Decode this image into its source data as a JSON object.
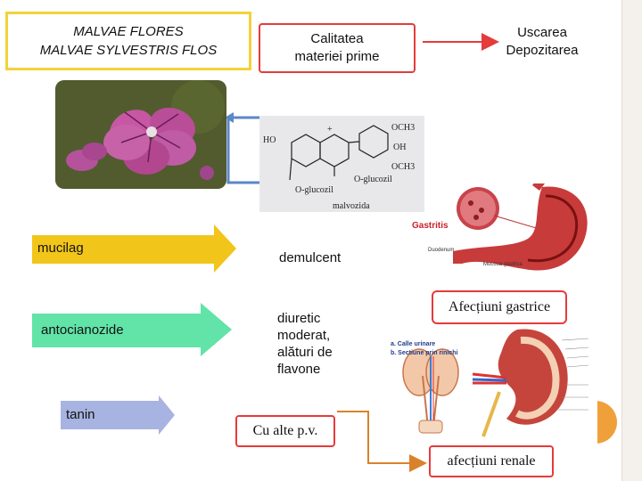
{
  "title": {
    "line1": "MALVAE FLORES",
    "line2": "MALVAE SYLVESTRIS FLOS"
  },
  "quality": {
    "line1": "Calitatea",
    "line2": "materiei prime"
  },
  "processing": {
    "line1": "Uscarea",
    "line2": "Depozitarea"
  },
  "molecule": {
    "name": "malvozida",
    "substituent_ho": "HO",
    "substituent_och3_top": "OCH3",
    "substituent_och3_bottom": "OCH3",
    "substituent_oh": "OH",
    "substituent_oglucozil_left": "O-glucozil",
    "substituent_oglucozil_right": "O-glucozil",
    "charge": "+"
  },
  "components": [
    {
      "label": "mucilag",
      "effect": "demulcent",
      "color": "#f2c51a"
    },
    {
      "label": "antocianozide",
      "effect_lines": [
        "diuretic",
        "moderat,",
        "alături de",
        "flavone"
      ],
      "color": "#62e3a8"
    },
    {
      "label": "tanin",
      "effect": "",
      "color": "#a7b3e0"
    }
  ],
  "stomach": {
    "label": "Gastritis",
    "sublabel_left": "Duodenum",
    "sublabel_right": "Mucosa gástrica"
  },
  "kidney": {
    "caption_a": "a. Calle urinare",
    "caption_b": "b. Sectiune prin rinichi"
  },
  "boxes": {
    "afectiuni_gastrice": "Afecțiuni gastrice",
    "cu_alte": "Cu alte p.v.",
    "afectiuni_renale": "afecțiuni renale"
  },
  "colors": {
    "box_border": "#e53b3b",
    "title_border": "#f1d33a",
    "connector_blue": "#5b86c9",
    "connector_orange": "#d9822b"
  }
}
